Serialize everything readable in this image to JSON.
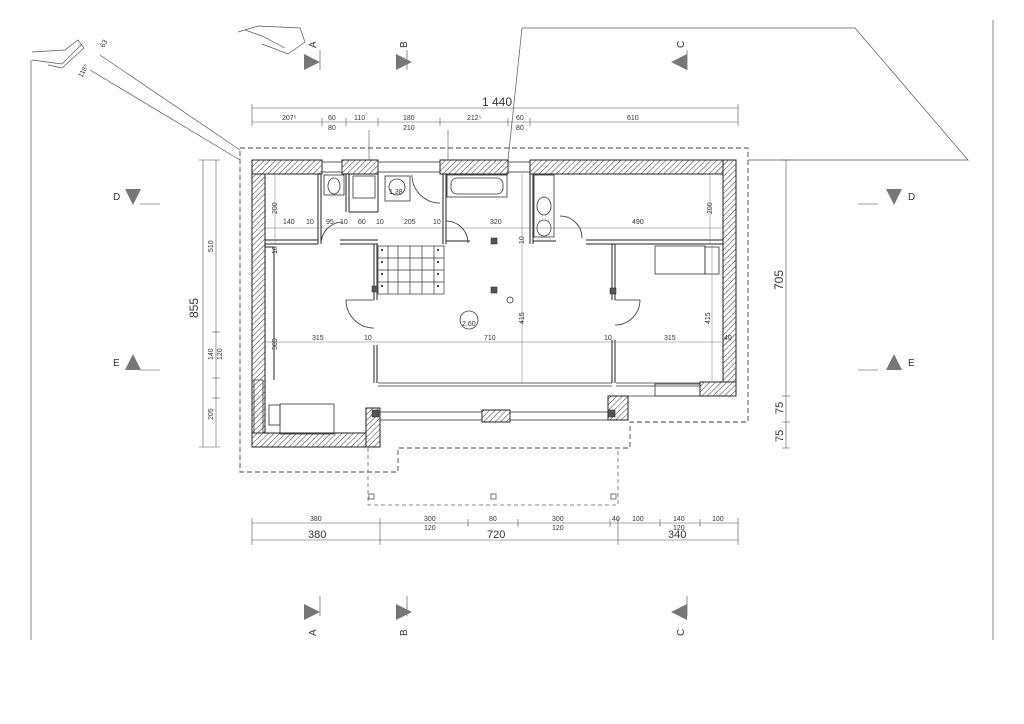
{
  "section_marks": {
    "top": [
      "A",
      "B",
      "C"
    ],
    "bottom": [
      "A",
      "B",
      "C"
    ],
    "left": [
      "D",
      "E"
    ],
    "right": [
      "D",
      "E"
    ]
  },
  "top_dims": {
    "total": "1 440",
    "row1": [
      "207⁵",
      "60",
      "110",
      "180",
      "212⁵",
      "60",
      "610"
    ],
    "row2": [
      "80",
      "210",
      "80"
    ]
  },
  "bottom_dims": {
    "row1": [
      "380",
      "300",
      "80",
      "300",
      "40",
      "100",
      "140",
      "100"
    ],
    "row1_sub": [
      "120",
      "120",
      "120"
    ],
    "row2": [
      "380",
      "720",
      "340"
    ]
  },
  "left_dims": {
    "total": "855",
    "parts": [
      "510",
      "140",
      "120",
      "205"
    ]
  },
  "right_dims": {
    "total": "705",
    "parts": [
      "75",
      "75"
    ]
  },
  "inner_dims": {
    "upper_row": [
      "140",
      "10",
      "95",
      "10",
      "60",
      "10",
      "205",
      "10",
      "320",
      "490"
    ],
    "heights": [
      "200",
      "200",
      "10",
      "10"
    ],
    "middle_row": [
      "565",
      "315",
      "10",
      "710",
      "10",
      "315",
      "40"
    ],
    "vertical": [
      "415",
      "415"
    ]
  },
  "room_heights": [
    "1.38",
    "2.60"
  ],
  "corner_dims": [
    "118⁵",
    "63"
  ]
}
